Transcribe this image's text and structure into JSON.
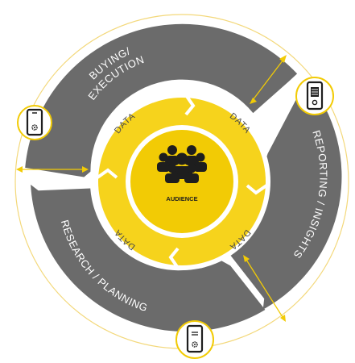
{
  "center": {
    "label": "AUDIENCE",
    "icon": "audience-group-icon"
  },
  "inner_ring": {
    "labels": [
      "DATA",
      "DATA",
      "DATA",
      "DATA"
    ]
  },
  "outer_ring": {
    "segments": [
      {
        "label": "BUYING/",
        "label2": "EXECUTION"
      },
      {
        "label": "REPORTING / INSIGHTS"
      },
      {
        "label": "RESEARCH / PLANNING"
      }
    ]
  },
  "devices": {
    "icon": "mobile-phone-icon",
    "count": 3
  },
  "colors": {
    "ring_gray": "#6b6b6b",
    "yellow": "#f6d31c",
    "center_yellow": "#f2cb05",
    "icon_dark": "#1e1e1e",
    "guide_line": "#f3d87a"
  }
}
